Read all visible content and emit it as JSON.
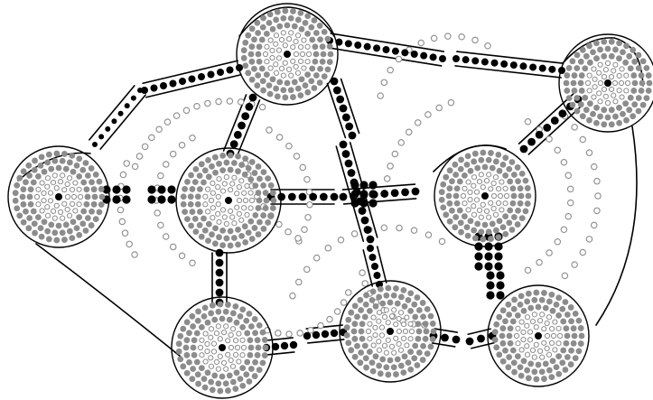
{
  "palette": {
    "background": "#ffffff",
    "outline": "#000000",
    "dot_solid": "#000000",
    "dot_fill": "#8c8c8c",
    "dot_hollow_stroke": "#8c8c8c"
  },
  "artwork": {
    "style": "dot painting",
    "node_count": 8,
    "description_icon": "concentric-dot-circle"
  }
}
